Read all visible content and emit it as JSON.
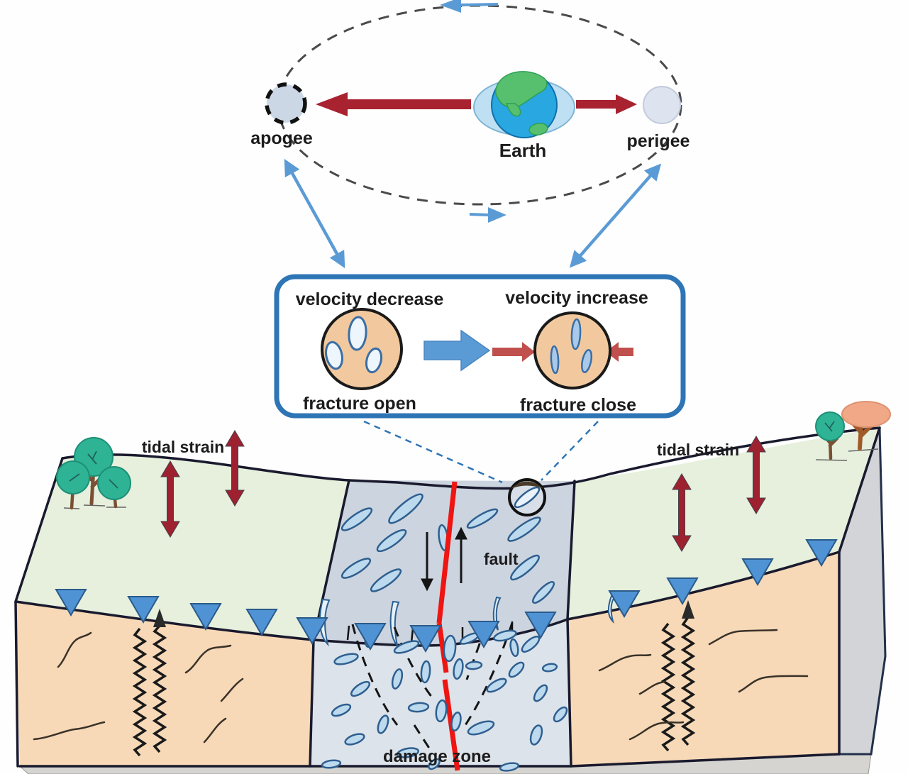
{
  "orbit": {
    "apogee_label": "apogee",
    "earth_label": "Earth",
    "perigee_label": "perigee"
  },
  "velocity_box": {
    "left_title": "velocity decrease",
    "right_title": "velocity increase",
    "left_caption": "fracture open",
    "right_caption": "fracture close"
  },
  "block": {
    "tidal_strain_left_label": "tidal strain",
    "tidal_strain_right_label": "tidal strain",
    "fault_label": "fault",
    "damage_zone_label": "damage zone"
  },
  "colors": {
    "box_border_blue": "#2e75b6",
    "arrow_blue": "#5b9bd5",
    "arrow_dark_red": "#9e2130",
    "earth_pull_red": "#a8222f",
    "fault_red": "#ee1512",
    "surface_green": "#e6f0dd",
    "host_rock_peach": "#f7d9b8",
    "damage_zone_gray_top": "#ccd4df",
    "damage_zone_gray_front": "#dde3ea",
    "side_face_gray": "#d2d4d7",
    "fracture_fill_blue": "#bcd9ee",
    "grain_circle_tan": "#f2c99e",
    "moon_fill": "#ccd7e5",
    "water_table_blue": "#4f93d4"
  }
}
